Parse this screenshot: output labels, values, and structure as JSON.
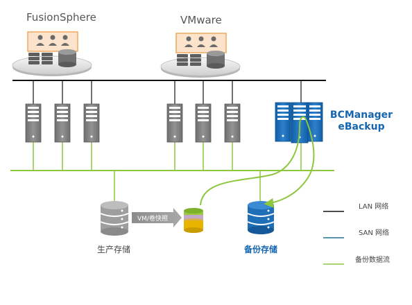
{
  "platforms": {
    "fusionsphere": "FusionSphere",
    "vmware": "VMware"
  },
  "bcmanager": {
    "line1": "BCManager",
    "line2": "eBackup"
  },
  "storage": {
    "production": "生产存储",
    "backup": "备份存储",
    "snapshot_flow": "VM/卷快照"
  },
  "legend": [
    {
      "label": "LAN 网络",
      "color": "#111111"
    },
    {
      "label": "SAN 网络",
      "color": "#1f6e8c"
    },
    {
      "label": "备份数据流",
      "color": "#8dc63f"
    }
  ],
  "colors": {
    "lan": "#111111",
    "san_flow": "#8dc63f",
    "accent": "#1565b0",
    "server_gray": "#7f7f7f"
  }
}
